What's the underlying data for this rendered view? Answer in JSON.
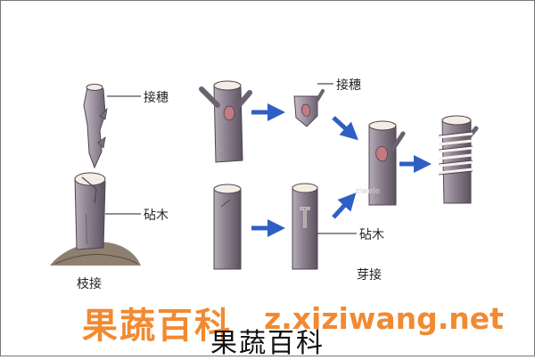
{
  "labels": {
    "scion_top": "接穗",
    "rootstock_left": "砧木",
    "branch_grafting": "枝接",
    "scion_right": "接穗",
    "rootstock_right": "砧木",
    "bud_grafting": "芽接"
  },
  "watermark": {
    "brand": "果蔬百科",
    "url": "z.xiziwang.net",
    "faint": "ziwele"
  },
  "caption": "果蔬百科",
  "colors": {
    "arrow": "#2f5fc4",
    "bark": "#8a7f8c",
    "bark_dark": "#5f5563",
    "watermark": "#f07a16"
  }
}
